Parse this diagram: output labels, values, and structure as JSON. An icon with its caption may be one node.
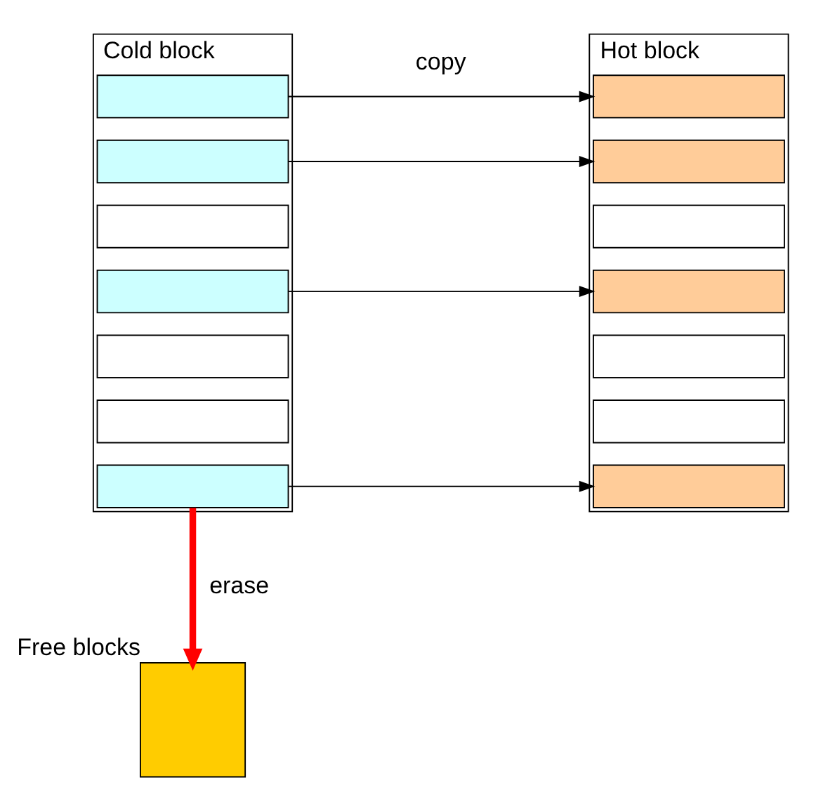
{
  "diagram": {
    "nodes": [
      {
        "text": [
          "Cold block"
        ]
      },
      {
        "text": [],
        "shape": "box",
        "in": 0
      },
      {
        "text": [],
        "shape": "box",
        "in": 0
      },
      {
        "text": [],
        "shape": "box",
        "in": 0
      },
      {
        "text": [],
        "shape": "box",
        "in": 0
      },
      {
        "text": [],
        "shape": "box",
        "in": 0
      },
      {
        "text": [],
        "shape": "box",
        "in": 0
      },
      {
        "text": [],
        "shape": "box",
        "in": 0
      },
      {
        "text": [
          "Hot block"
        ]
      },
      {
        "text": [],
        "shape": "box",
        "in": 8
      },
      {
        "text": [],
        "shape": "box",
        "in": 8
      },
      {
        "text": [],
        "shape": "box",
        "in": 8
      },
      {
        "text": [],
        "shape": "box",
        "in": 8
      },
      {
        "text": [],
        "shape": "box",
        "in": 8
      },
      {
        "text": [],
        "shape": "box",
        "in": 8
      },
      {
        "text": [],
        "shape": "box",
        "in": 8
      },
      {
        "text": [],
        "shape": "box",
        "beside": [
          "Free blocks"
        ]
      }
    ],
    "edges": [
      {
        "from": 1,
        "to": 9,
        "arrow": "to",
        "label": "copy"
      },
      {
        "from": 2,
        "to": 10,
        "arrow": "to"
      },
      {
        "from": 4,
        "to": 12,
        "arrow": "to"
      },
      {
        "from": 7,
        "to": 15,
        "arrow": "to"
      },
      {
        "from": 7,
        "to": 16,
        "arrow": "to",
        "label": "erase",
        "style": "thick",
        "color": "#ff0000"
      }
    ]
  }
}
